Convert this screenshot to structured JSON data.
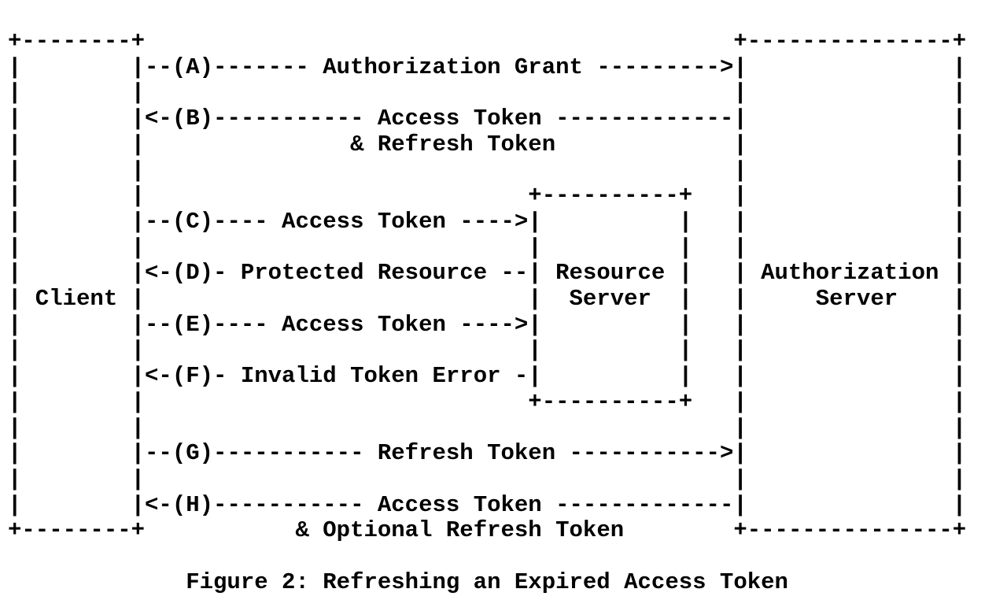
{
  "figure": {
    "caption": "Figure 2: Refreshing an Expired Access Token",
    "ascii_lines": [
      "+--------+                                           +---------------+",
      "|        |--(A)------- Authorization Grant --------->|               |",
      "|        |                                           |               |",
      "|        |<-(B)----------- Access Token -------------|               |",
      "|        |               & Refresh Token             |               |",
      "|        |                                           |               |",
      "|        |                            +----------+   |               |",
      "|        |--(C)---- Access Token ---->|          |   |               |",
      "|        |                            |          |   |               |",
      "|        |<-(D)- Protected Resource --| Resource |   | Authorization |",
      "| Client |                            |  Server  |   |     Server    |",
      "|        |--(E)---- Access Token ---->|          |   |               |",
      "|        |                            |          |   |               |",
      "|        |<-(F)- Invalid Token Error -|          |   |               |",
      "|        |                            +----------+   |               |",
      "|        |                                           |               |",
      "|        |--(G)----------- Refresh Token ----------->|               |",
      "|        |                                           |               |",
      "|        |<-(H)----------- Access Token -------------|               |",
      "+--------+           & Optional Refresh Token        +---------------+"
    ],
    "entities": [
      {
        "name": "Client"
      },
      {
        "name": "Resource Server"
      },
      {
        "name": "Authorization Server"
      }
    ],
    "flows": [
      {
        "step": "A",
        "label": "Authorization Grant",
        "from": "Client",
        "to": "Authorization Server"
      },
      {
        "step": "B",
        "label": "Access Token & Refresh Token",
        "from": "Authorization Server",
        "to": "Client"
      },
      {
        "step": "C",
        "label": "Access Token",
        "from": "Client",
        "to": "Resource Server"
      },
      {
        "step": "D",
        "label": "Protected Resource",
        "from": "Resource Server",
        "to": "Client"
      },
      {
        "step": "E",
        "label": "Access Token",
        "from": "Client",
        "to": "Resource Server"
      },
      {
        "step": "F",
        "label": "Invalid Token Error",
        "from": "Resource Server",
        "to": "Client"
      },
      {
        "step": "G",
        "label": "Refresh Token",
        "from": "Client",
        "to": "Authorization Server"
      },
      {
        "step": "H",
        "label": "Access Token & Optional Refresh Token",
        "from": "Authorization Server",
        "to": "Client"
      }
    ]
  },
  "colors": {
    "background": "#ffffff",
    "ink": "#000000"
  }
}
